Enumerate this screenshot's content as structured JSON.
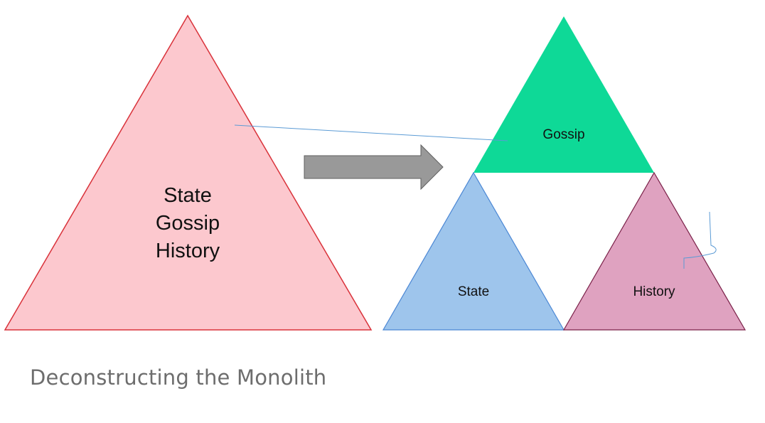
{
  "monolith": {
    "lines": [
      "State",
      "Gossip",
      "History"
    ],
    "fill": "#fcc8ce",
    "stroke": "#d9323a"
  },
  "components": {
    "gossip": {
      "label": "Gossip",
      "fill": "#0ed997"
    },
    "state": {
      "label": "State",
      "fill": "#9ec5ec",
      "stroke": "#4a86d4"
    },
    "history": {
      "label": "History",
      "fill": "#dfa2c0",
      "stroke": "#7a2048"
    }
  },
  "arrow": {
    "fill": "#999999",
    "stroke": "#5f5f5f"
  },
  "annotation": {
    "stroke": "#5b9bd5"
  },
  "caption": "Deconstructing the Monolith"
}
